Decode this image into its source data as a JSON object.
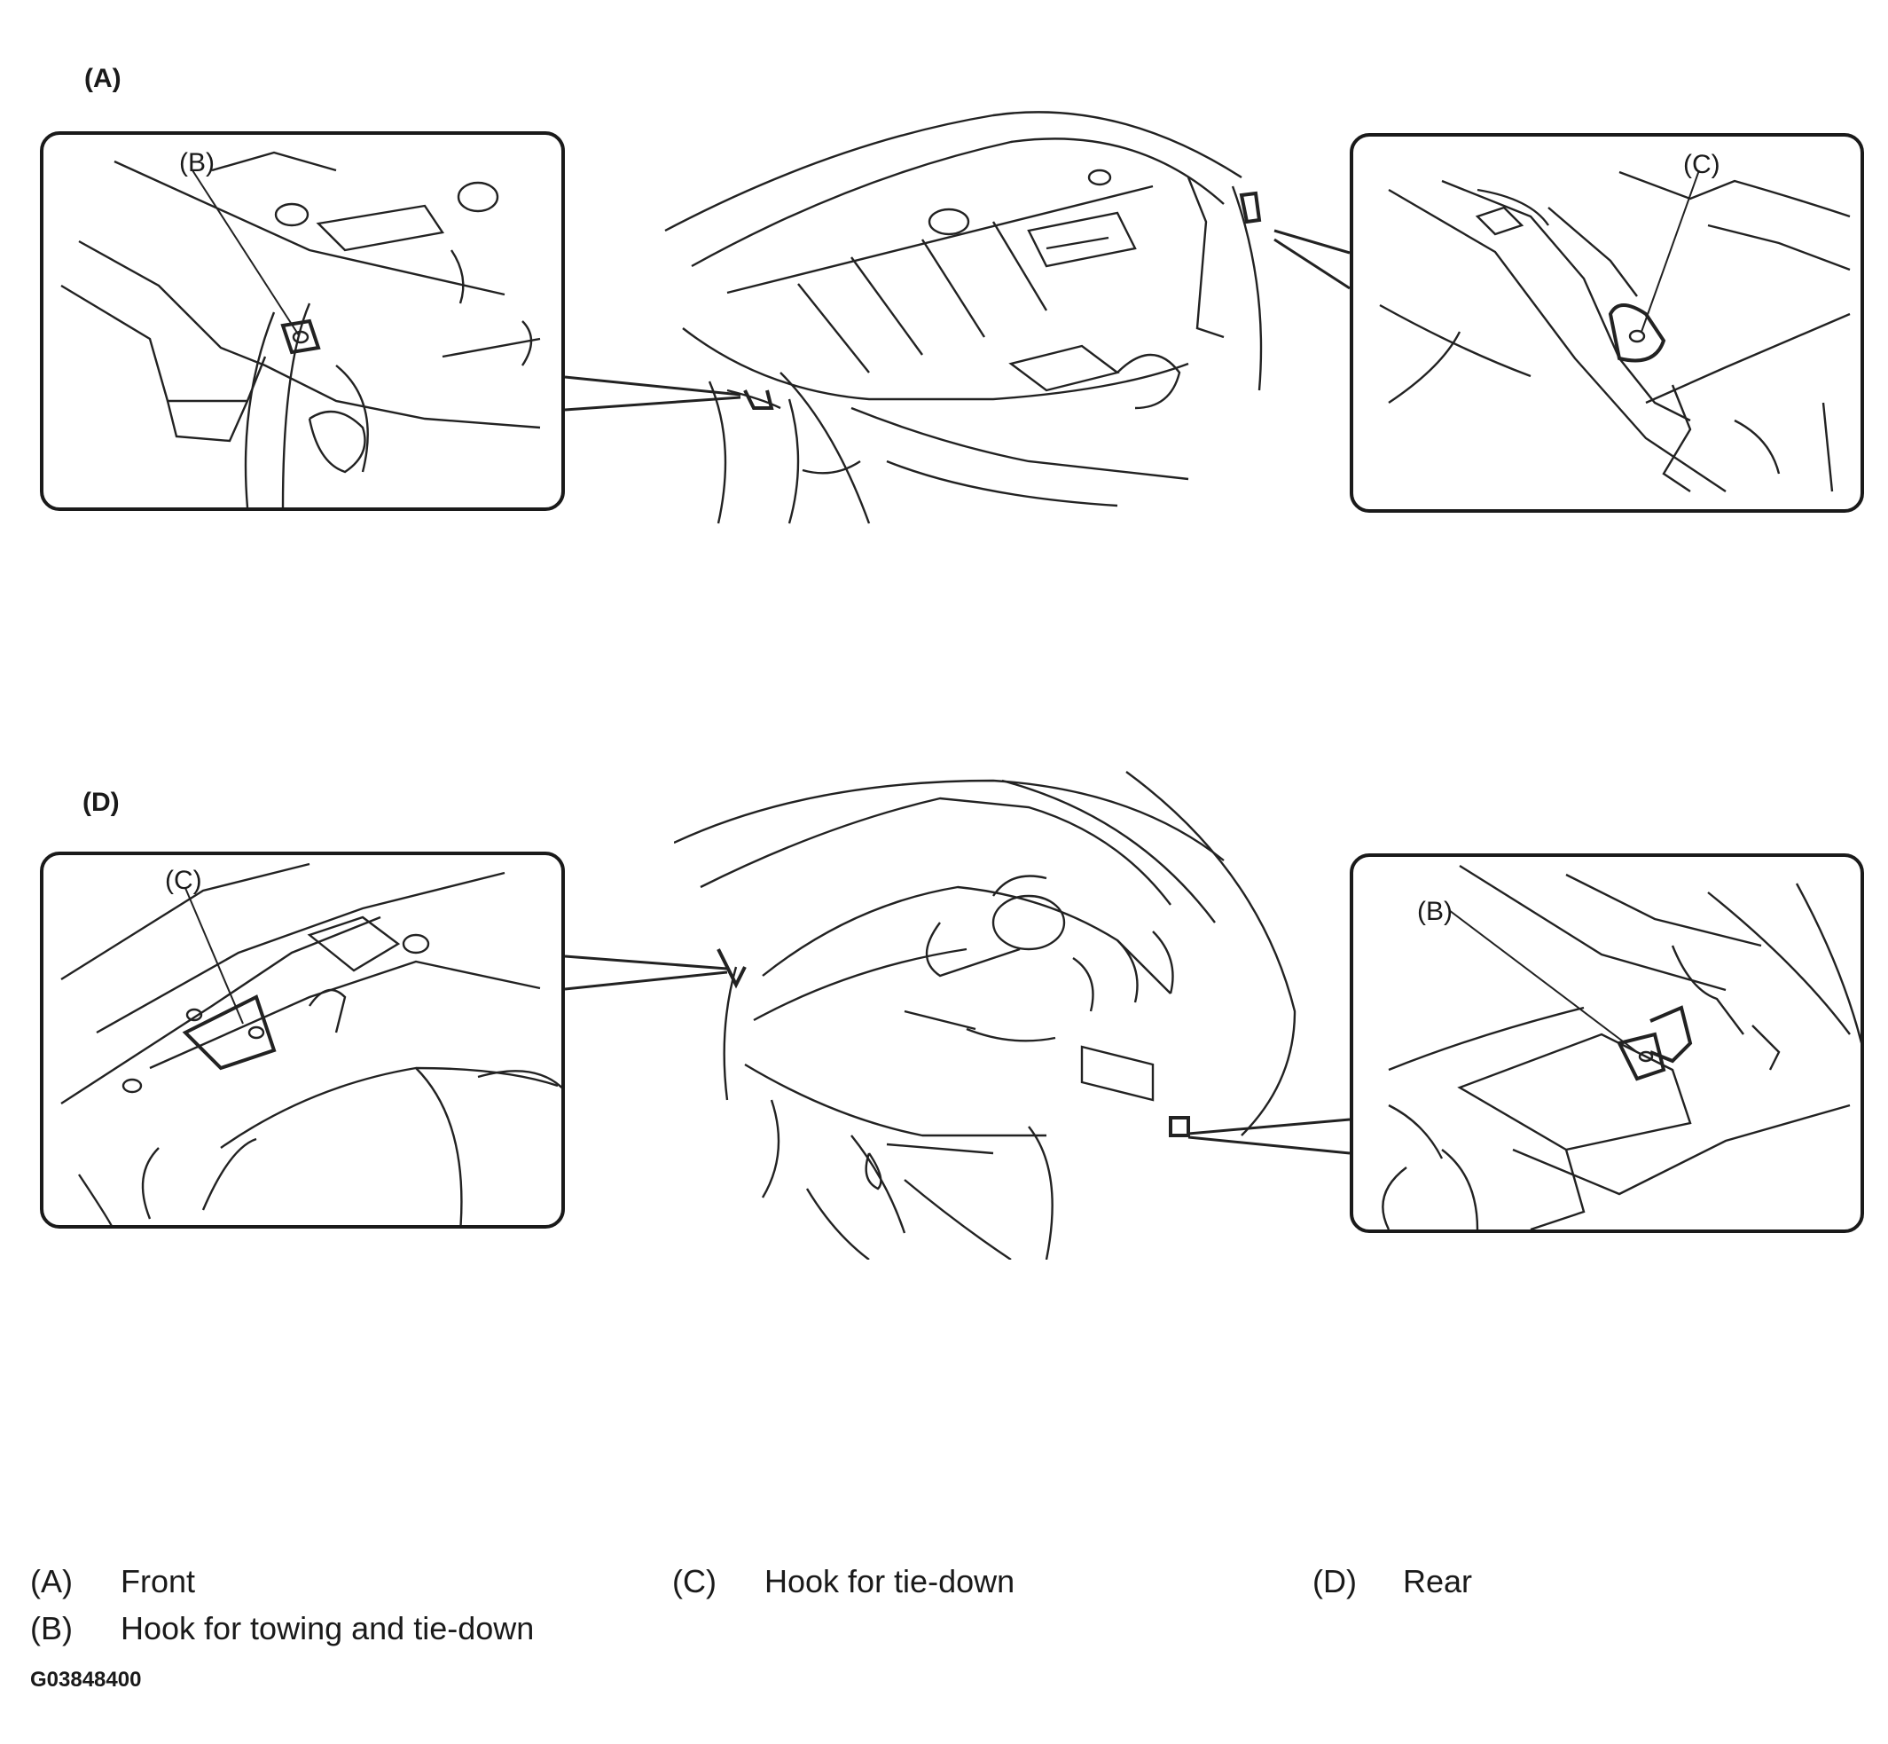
{
  "figure": {
    "front": {
      "label": "(A)",
      "callout_left": "(B)",
      "callout_right": "(C)"
    },
    "rear": {
      "label": "(D)",
      "callout_left": "(C)",
      "callout_right": "(B)"
    }
  },
  "legend": [
    {
      "key": "(A)",
      "text": "Front"
    },
    {
      "key": "(B)",
      "text": "Hook for towing and tie-down"
    },
    {
      "key": "(C)",
      "text": "Hook for tie-down"
    },
    {
      "key": "(D)",
      "text": "Rear"
    }
  ],
  "figure_code": "G03848400"
}
